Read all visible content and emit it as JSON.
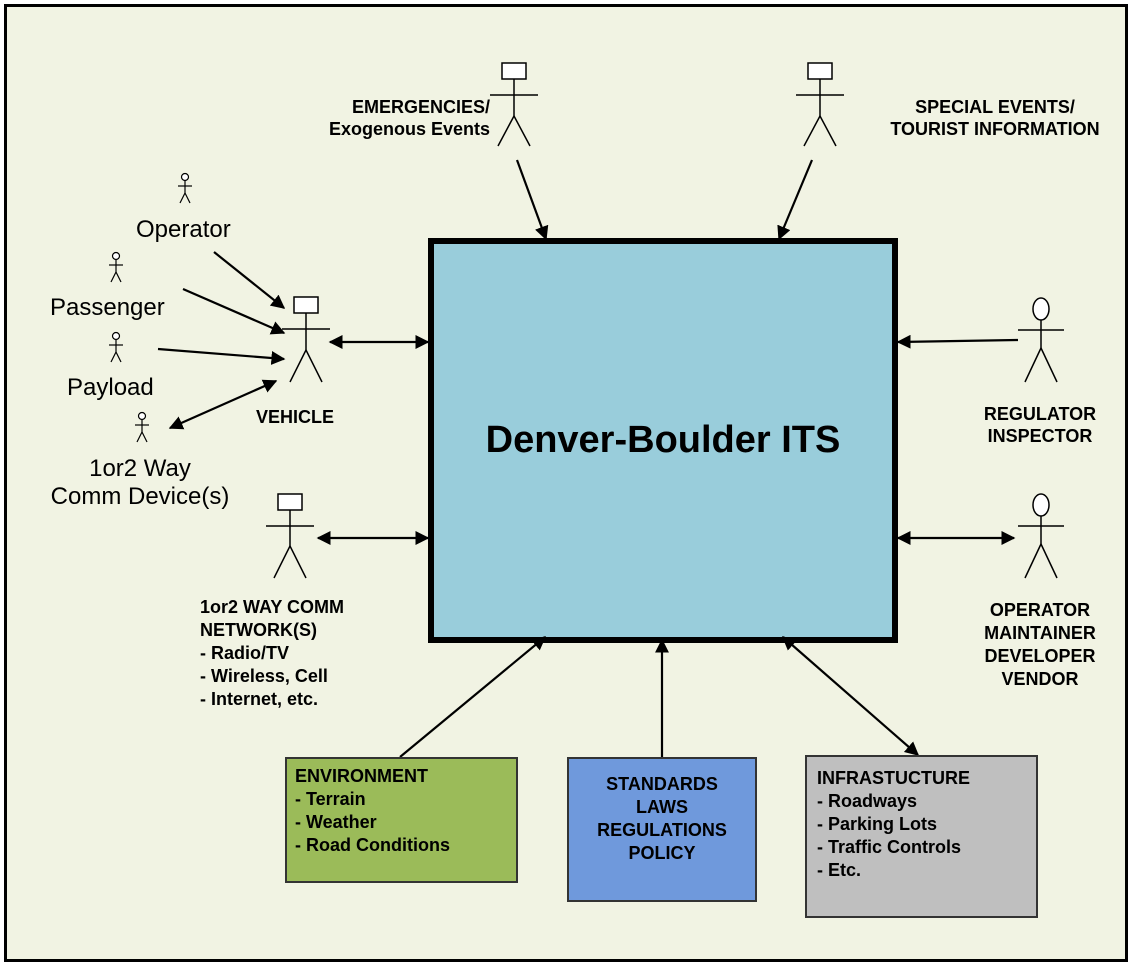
{
  "system": {
    "title": "Denver-Boulder ITS"
  },
  "actors": {
    "emergencies": [
      "EMERGENCIES/",
      "Exogenous Events"
    ],
    "special_events": [
      "SPECIAL EVENTS/",
      "TOURIST INFORMATION"
    ],
    "operator": "Operator",
    "passenger": "Passenger",
    "payload": "Payload",
    "comm_device": [
      "1or2 Way",
      "Comm Device(s)"
    ],
    "vehicle": "VEHICLE",
    "regulator": [
      "REGULATOR",
      "INSPECTOR"
    ],
    "operator_group": [
      "OPERATOR",
      "MAINTAINER",
      "DEVELOPER",
      "VENDOR"
    ],
    "comm_network": [
      "1or2 WAY COMM",
      "NETWORK(S)",
      "- Radio/TV",
      "- Wireless, Cell",
      "- Internet, etc."
    ]
  },
  "boxes": {
    "environment": {
      "lines": [
        "ENVIRONMENT",
        "- Terrain",
        "- Weather",
        "- Road Conditions"
      ],
      "color": "#9bbb59"
    },
    "standards": {
      "lines": [
        "STANDARDS",
        "LAWS",
        "REGULATIONS",
        "POLICY"
      ],
      "color": "#6f99dc"
    },
    "infrastructure": {
      "lines": [
        "INFRASTUCTURE",
        "- Roadways",
        "- Parking Lots",
        "- Traffic Controls",
        "- Etc."
      ],
      "color": "#bfbfbf"
    }
  },
  "colors": {
    "background": "#f1f3e3",
    "system_fill": "#99cddb"
  }
}
